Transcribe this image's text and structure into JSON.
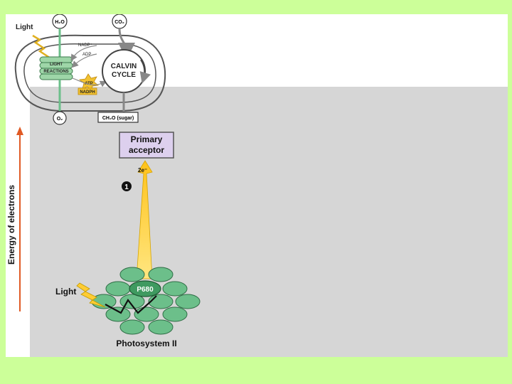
{
  "overview": {
    "light": "Light",
    "h2o": "H₂O",
    "co2": "CO₂",
    "nadp": "NADP⁺",
    "adp": "ADP",
    "light_reactions_1": "LIGHT",
    "light_reactions_2": "REACTIONS",
    "atp": "ATP",
    "nadph": "NADPH",
    "calvin_1": "CALVIN",
    "calvin_2": "CYCLE",
    "o2": "O₂",
    "sugar": "CH₂O (sugar)"
  },
  "axis": {
    "label": "Energy of electrons"
  },
  "primary_acceptor": {
    "line1": "Primary",
    "line2": "acceptor"
  },
  "electrons": "2e⁻",
  "step_marker": "1",
  "photosystem": {
    "light": "Light",
    "reaction_center": "P680",
    "title": "Photosystem II"
  },
  "colors": {
    "page_background": "#ccff99",
    "slide_background": "#d6d6d6",
    "arrow_orange": "#e05a24",
    "electron_yellow": "#ffcc33",
    "acceptor_fill": "#ddd0ee",
    "pigment_green": "#6cbf8a"
  }
}
